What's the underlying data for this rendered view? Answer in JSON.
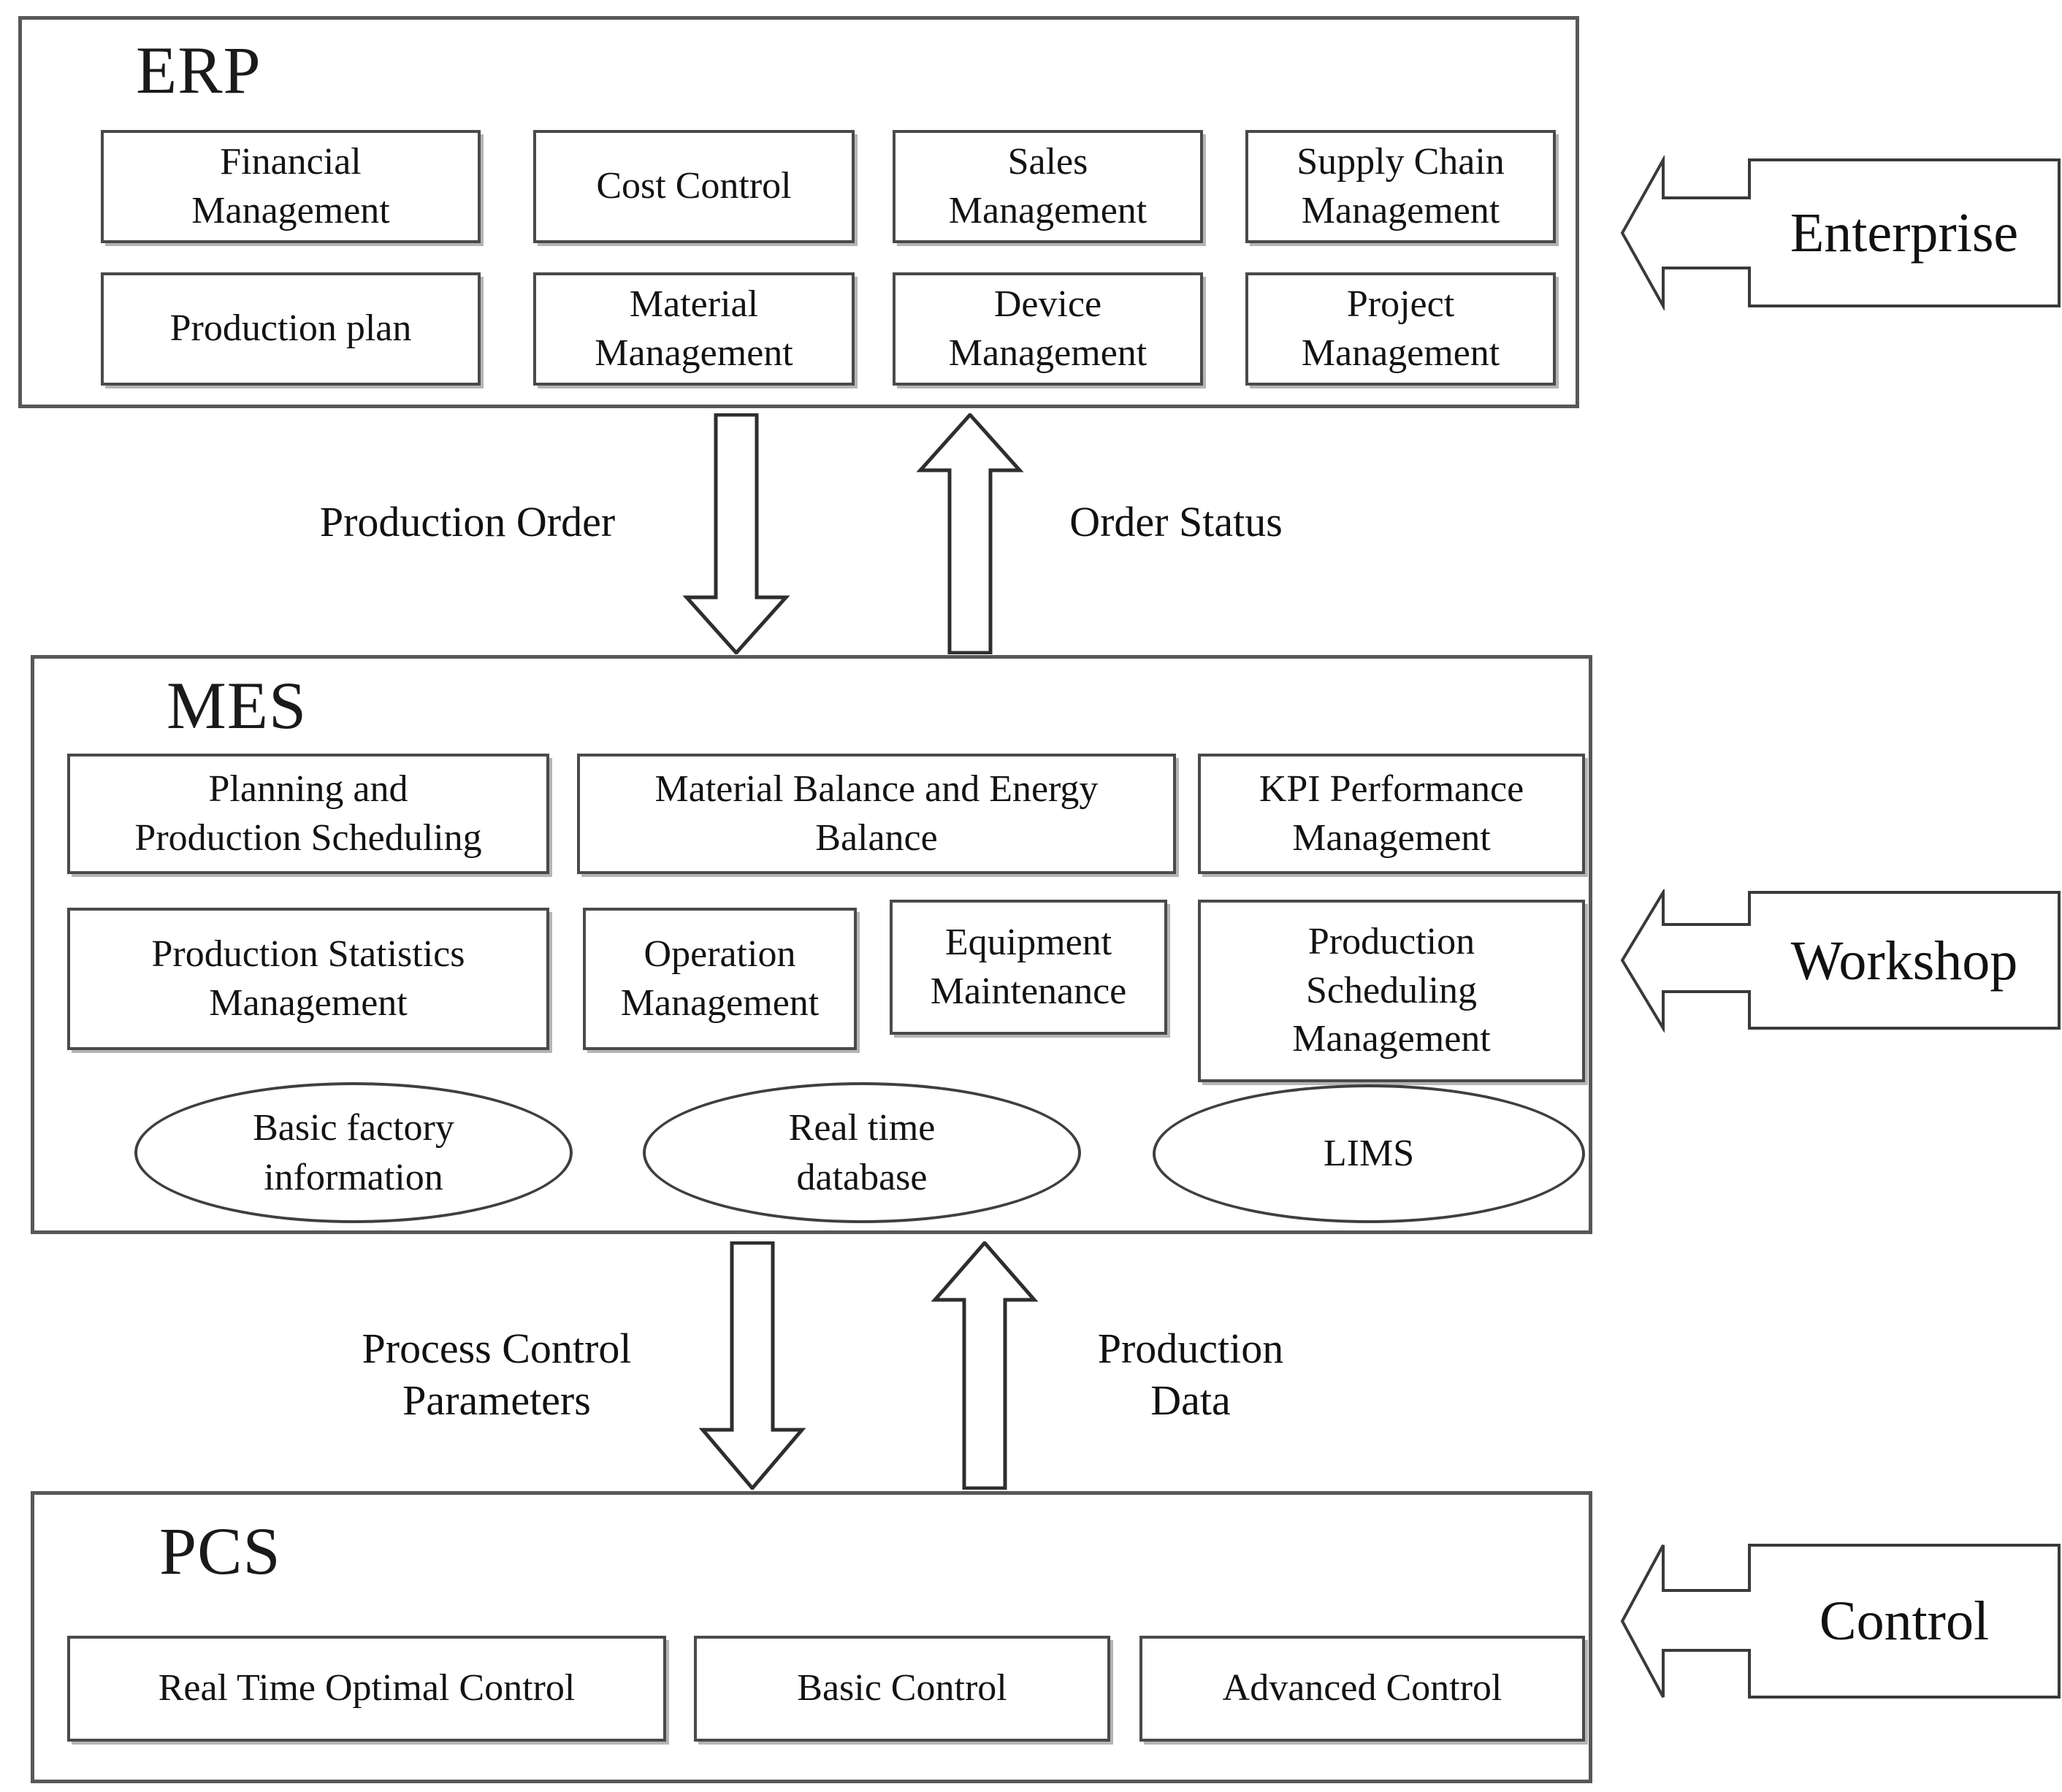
{
  "diagram": {
    "title": "ERP / MES / PCS three-layer manufacturing architecture",
    "stroke_color": "#4a4a4c",
    "background_color": "#ffffff"
  },
  "layers": [
    {
      "id": "erp",
      "title": "ERP",
      "side_label": "Enterprise",
      "rows": [
        [
          "Financial\nManagement",
          "Cost Control",
          "Sales\nManagement",
          "Supply Chain\nManagement"
        ],
        [
          "Production plan",
          "Material\nManagement",
          "Device\nManagement",
          "Project\nManagement"
        ]
      ]
    },
    {
      "id": "mes",
      "title": "MES",
      "side_label": "Workshop",
      "rows": [
        [
          "Planning and\nProduction Scheduling",
          "Material Balance and Energy\nBalance",
          "KPI Performance\nManagement"
        ],
        [
          "Production Statistics\nManagement",
          "Operation\nManagement",
          "Equipment\nMaintenance",
          "Production\nScheduling\nManagement"
        ]
      ],
      "ellipses": [
        "Basic factory\ninformation",
        "Real time\ndatabase",
        "LIMS"
      ]
    },
    {
      "id": "pcs",
      "title": "PCS",
      "side_label": "Control",
      "rows": [
        [
          "Real Time Optimal Control",
          "Basic Control",
          "Advanced Control"
        ]
      ]
    }
  ],
  "flows": {
    "erp_to_mes_down": "Production Order",
    "mes_to_erp_up": "Order Status",
    "mes_to_pcs_down": "Process Control\nParameters",
    "pcs_to_mes_up": "Production\nData"
  },
  "side_arrows": [
    {
      "label": "Enterprise",
      "direction": "left"
    },
    {
      "label": "Workshop",
      "direction": "left"
    },
    {
      "label": "Control",
      "direction": "left"
    }
  ]
}
